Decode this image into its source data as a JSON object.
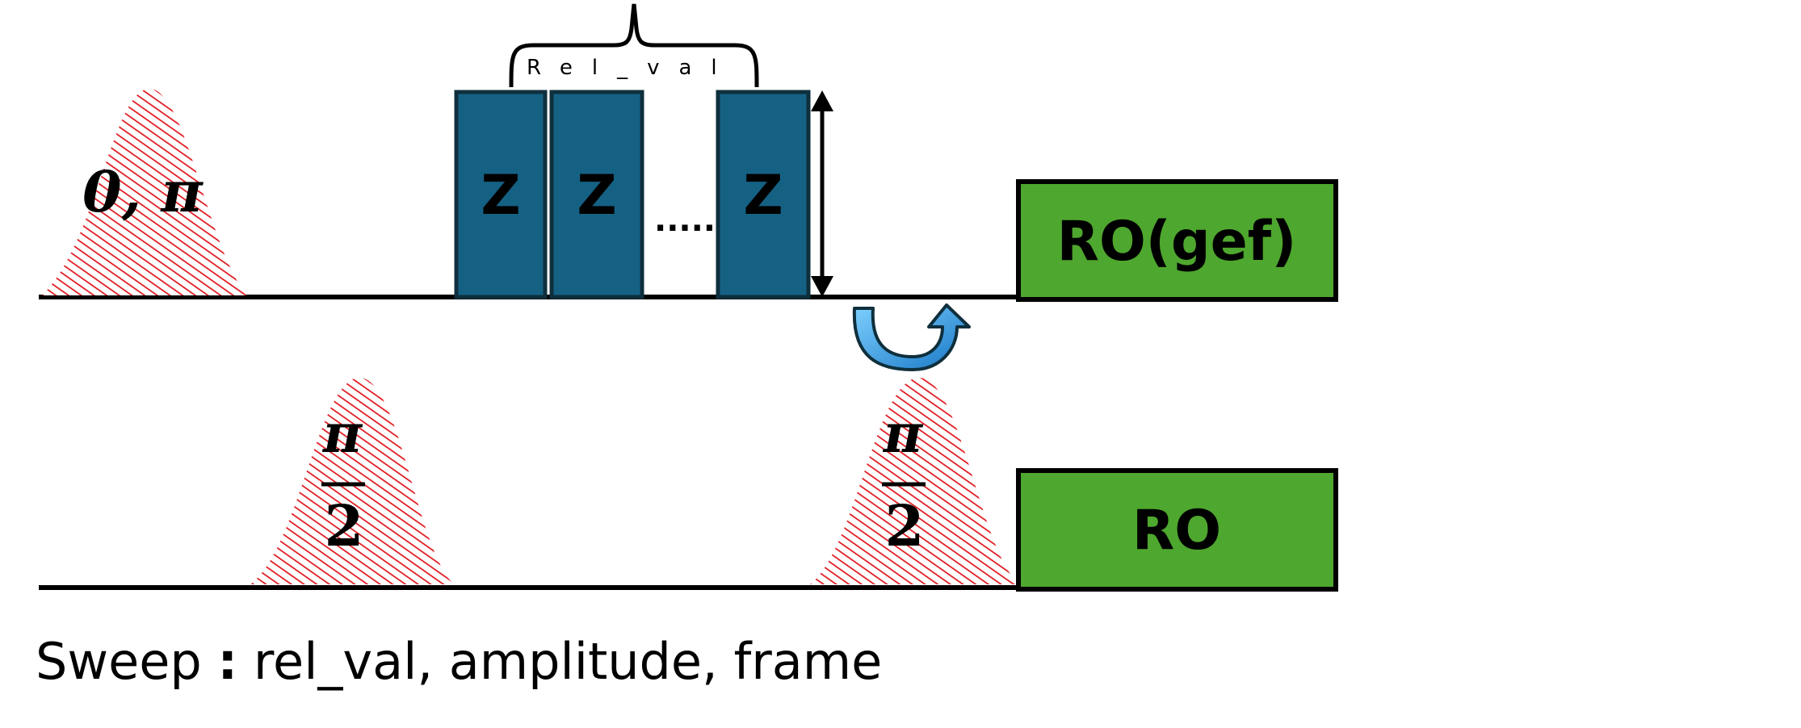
{
  "top_line": {
    "pulse_label": "0, π",
    "z_label": "Z",
    "dots": "......",
    "brace_label": "Rel_val",
    "readout_label": "RO(gef)"
  },
  "bottom_line": {
    "pulse1_numerator": "π",
    "pulse1_denominator": "2",
    "pulse2_numerator": "π",
    "pulse2_denominator": "2",
    "readout_label": "RO"
  },
  "sweep": {
    "prefix": "Sweep ",
    "colon": ":",
    "params": " rel_val, amplitude, frame"
  },
  "colors": {
    "pulse_hatch": "#e0181f",
    "z_box_fill": "#156184",
    "z_box_stroke": "#0f2f3d",
    "readout_fill": "#4ea72e",
    "curved_arrow": "#1f8fd6"
  }
}
